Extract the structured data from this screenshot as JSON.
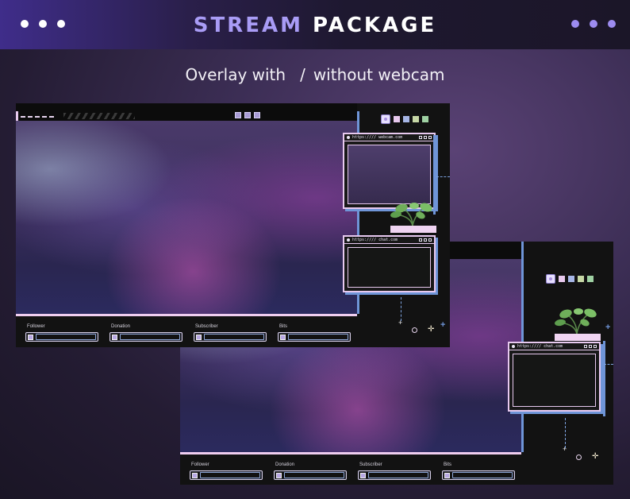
{
  "header": {
    "title_part1": "STREAM",
    "title_part2": "PACKAGE"
  },
  "subtitle": {
    "part1": "Overlay with",
    "separator": "/",
    "part2": "without webcam"
  },
  "overlay_with_webcam": {
    "webcam_window_url": "https://// webcam.com",
    "chat_window_url": "https://// chat.com",
    "alerts": [
      "Follower",
      "Donation",
      "Subscriber",
      "Bits"
    ]
  },
  "overlay_without_webcam": {
    "chat_window_url": "https://// chat.com",
    "alerts": [
      "Follower",
      "Donation",
      "Subscriber",
      "Bits"
    ]
  },
  "colors": {
    "accent_purple": "#a99cf6",
    "accent_pink": "#efcdf0",
    "accent_blue": "#6f95d8",
    "panel_dark": "#121212",
    "palette": [
      "#e8c9ee",
      "#a7b6e6",
      "#b7c8ee",
      "#c7d8a6",
      "#9fd1a3"
    ]
  },
  "icons": {
    "palette_ghost": "ghost-icon",
    "plant": "plant-icon",
    "sparkle": "sparkle-icon"
  }
}
